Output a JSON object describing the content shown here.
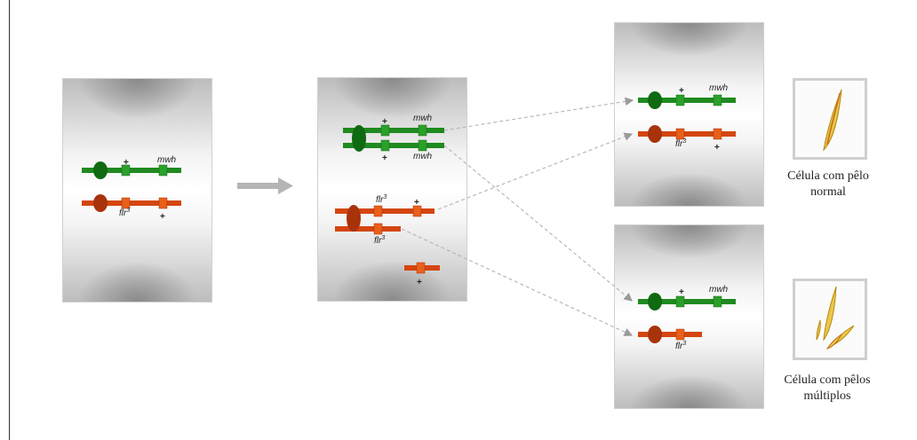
{
  "labels": {
    "mwh": "mwh",
    "flr": "flr",
    "sup": "3",
    "plus": "+"
  },
  "captions": {
    "normal": "Célula com pêlo normal",
    "multiple": "Célula com pêlos múltiplos"
  },
  "colors": {
    "green_chromosome": "#1f8a1f",
    "green_centromere": "#0f6a12",
    "orange_chromosome": "#d4460f",
    "red_centromere": "#a8320a",
    "arrow_gray": "#b5b5b5",
    "dashed_arrow": "#b8b8b8"
  },
  "icons": {
    "right_arrow": "right-arrow-icon",
    "normal_hair": "single-hair-icon",
    "multiple_hair": "multiple-hairs-icon"
  }
}
